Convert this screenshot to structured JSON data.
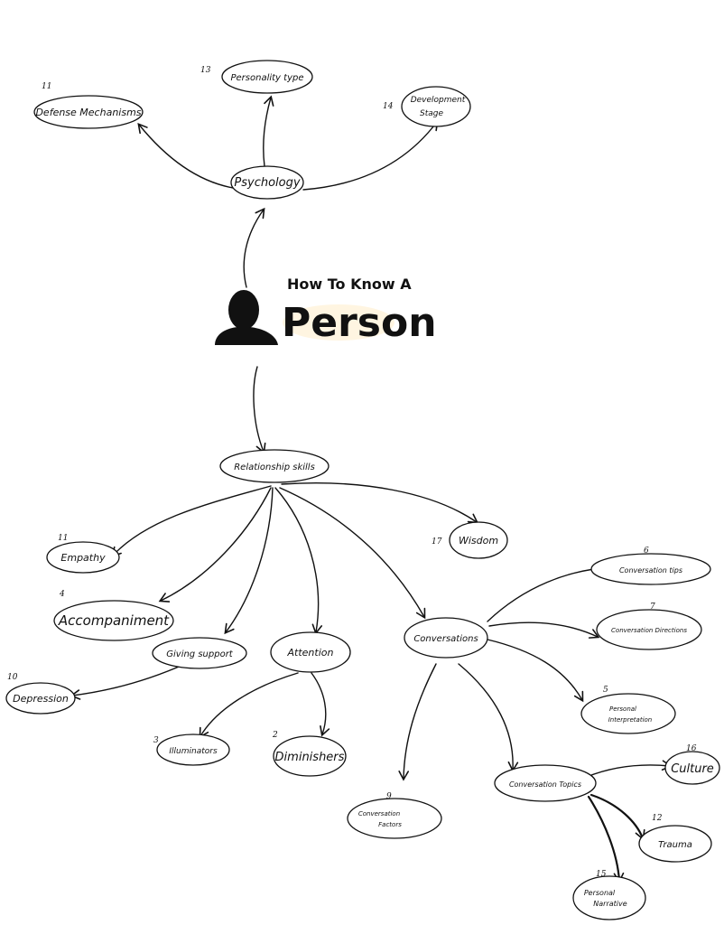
{
  "title": {
    "line1": "How To Know A",
    "line2": "Person"
  },
  "nodes": {
    "psychology": {
      "label": "Psychology",
      "number": ""
    },
    "defense": {
      "label": "Defense Mechanisms",
      "number": "11"
    },
    "personality": {
      "label": "Personality type",
      "number": "13"
    },
    "development": {
      "label": "Development",
      "label2": "Stage",
      "number": "14"
    },
    "relationship": {
      "label": "Relationship skills",
      "number": ""
    },
    "empathy": {
      "label": "Empathy",
      "number": "11"
    },
    "accompaniment": {
      "label": "Accompaniment",
      "number": "4"
    },
    "giving_support": {
      "label": "Giving support",
      "number": ""
    },
    "depression": {
      "label": "Depression",
      "number": "10"
    },
    "attention": {
      "label": "Attention",
      "number": ""
    },
    "illuminators": {
      "label": "Illuminators",
      "number": "3"
    },
    "diminishers": {
      "label": "Diminishers",
      "number": "2"
    },
    "wisdom": {
      "label": "Wisdom",
      "number": "17"
    },
    "conversations": {
      "label": "Conversations",
      "number": ""
    },
    "conversation_tips": {
      "label": "Conversation tips",
      "number": "6"
    },
    "conversation_directions": {
      "label": "Conversation Directions",
      "number": "7"
    },
    "personal_interpretation": {
      "label": "Personal",
      "label2": "Interpretation",
      "number": "5"
    },
    "conversation_factors": {
      "label": "Conversation",
      "label2": "Factors",
      "number": "9"
    },
    "conversation_topics": {
      "label": "Conversation Topics",
      "number": ""
    },
    "culture": {
      "label": "Culture",
      "number": "16"
    },
    "trauma": {
      "label": "Trauma",
      "number": "12"
    },
    "personal_narrative": {
      "label": "Personal",
      "label2": "Narrative",
      "number": "15"
    }
  }
}
